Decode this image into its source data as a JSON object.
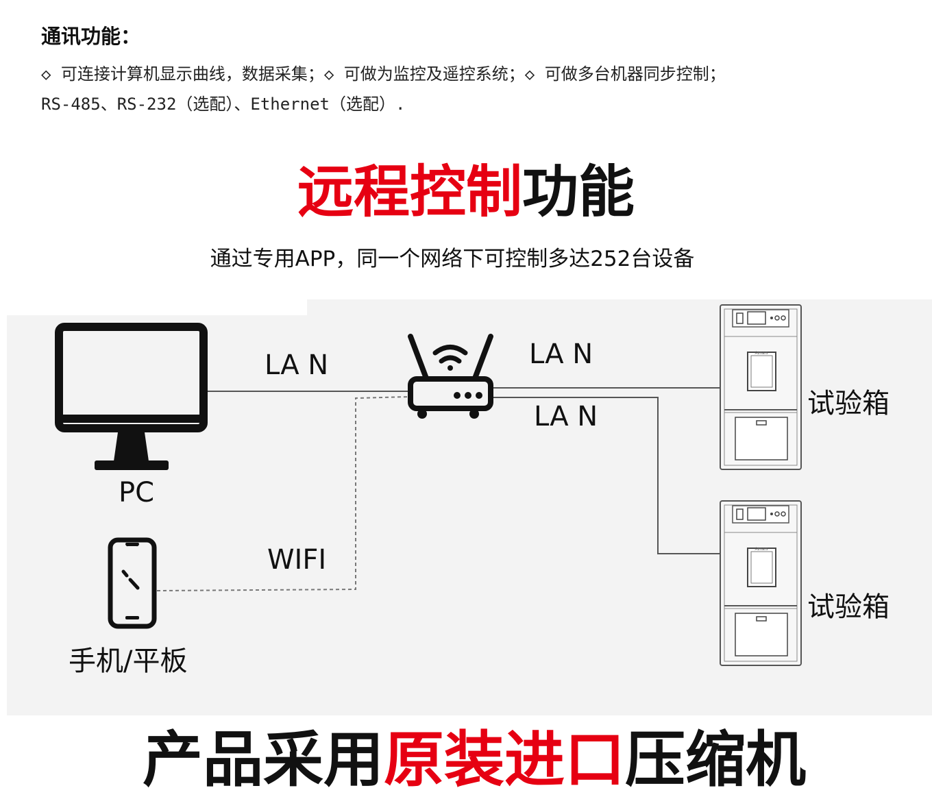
{
  "communication": {
    "title": "通讯功能：",
    "line1": "◇ 可连接计算机显示曲线，数据采集；◇ 可做为监控及遥控系统；◇ 可做多台机器同步控制；",
    "line2": "RS-485、RS-232（选配）、Ethernet（选配）."
  },
  "remote_control": {
    "title_highlight": "远程控制",
    "title_rest": "功能",
    "subtitle": "通过专用APP，同一个网络下可控制多达252台设备"
  },
  "diagram": {
    "pc_label": "PC",
    "mobile_label": "手机/平板",
    "lan_pc_label": "LA N",
    "lan_box1_label": "LA N",
    "lan_box2_label": "LA N",
    "wifi_label": "WIFI",
    "chamber1_label": "试验箱",
    "chamber2_label": "试验箱",
    "chamber_brand": "Atmars"
  },
  "compressor": {
    "part1": "产品采用",
    "highlight": "原装进口",
    "part2": "压缩机"
  },
  "colors": {
    "highlight_red": "#e60012",
    "panel_bg": "#f3f3f3"
  }
}
